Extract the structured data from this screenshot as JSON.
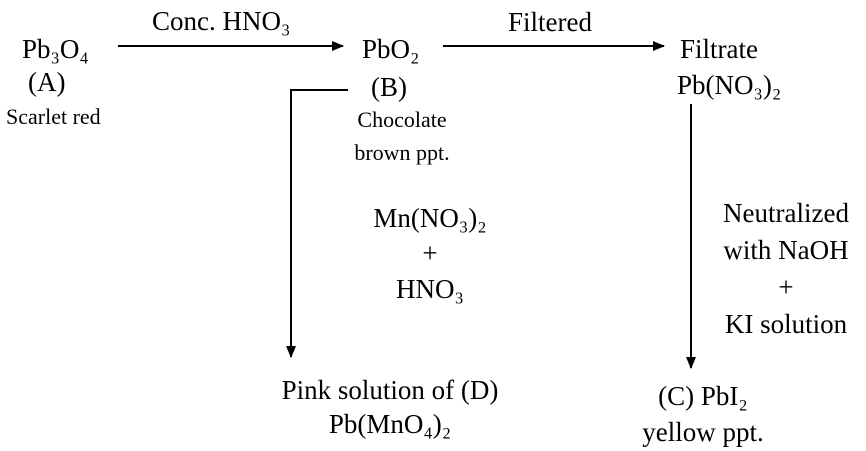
{
  "nodes": {
    "a_formula": "Pb₃O₄",
    "a_label": "(A)",
    "a_desc": "Scarlet red",
    "b_formula": "PbO₂",
    "b_label": "(B)",
    "b_desc_line1": "Chocolate",
    "b_desc_line2": "brown ppt.",
    "filtrate_title": "Filtrate",
    "filtrate_formula": "Pb(NO₃)₂",
    "d_line1": "Pink solution of (D)",
    "d_line2": "Pb(MnO₄)₂",
    "c_line1": "(C) PbI₂",
    "c_line2": "yellow ppt."
  },
  "arrows": {
    "a_to_b": "Conc. HNO₃",
    "b_to_filtrate": "Filtered"
  },
  "reagents": {
    "b_to_d": {
      "line1": "Mn(NO₃)₂",
      "line2": "+",
      "line3": "HNO₃"
    },
    "filtrate_to_c": {
      "line1": "Neutralized",
      "line2": "with NaOH",
      "line3": "+",
      "line4": "KI solution"
    }
  },
  "colors": {
    "ink": "#000000",
    "background": "#ffffff"
  }
}
